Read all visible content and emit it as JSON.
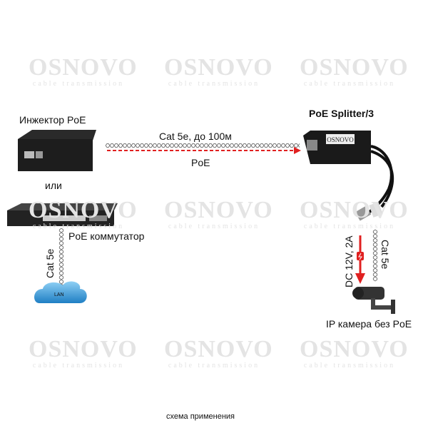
{
  "watermark": {
    "brand": "OSNOVO",
    "tagline": "cable transmission"
  },
  "injector_label": "Инжектор PoE",
  "or_label": "или",
  "switch_label": "PoE коммутатор",
  "cable_top_label": "Cat 5e, до 100м",
  "poe_label": "PoE",
  "splitter_label": "PoE Splitter/3",
  "splitter_brand": "OSNOVO",
  "cat5e_left": "Cat 5e",
  "lan_label": "LAN",
  "dc_label": "DC 12V, 2A",
  "cat5e_right": "Cat 5e",
  "camera_label": "IP камера без PoE",
  "caption": "схема применения",
  "colors": {
    "arrow": "#e02020",
    "cloud": "#3a9ad8"
  }
}
